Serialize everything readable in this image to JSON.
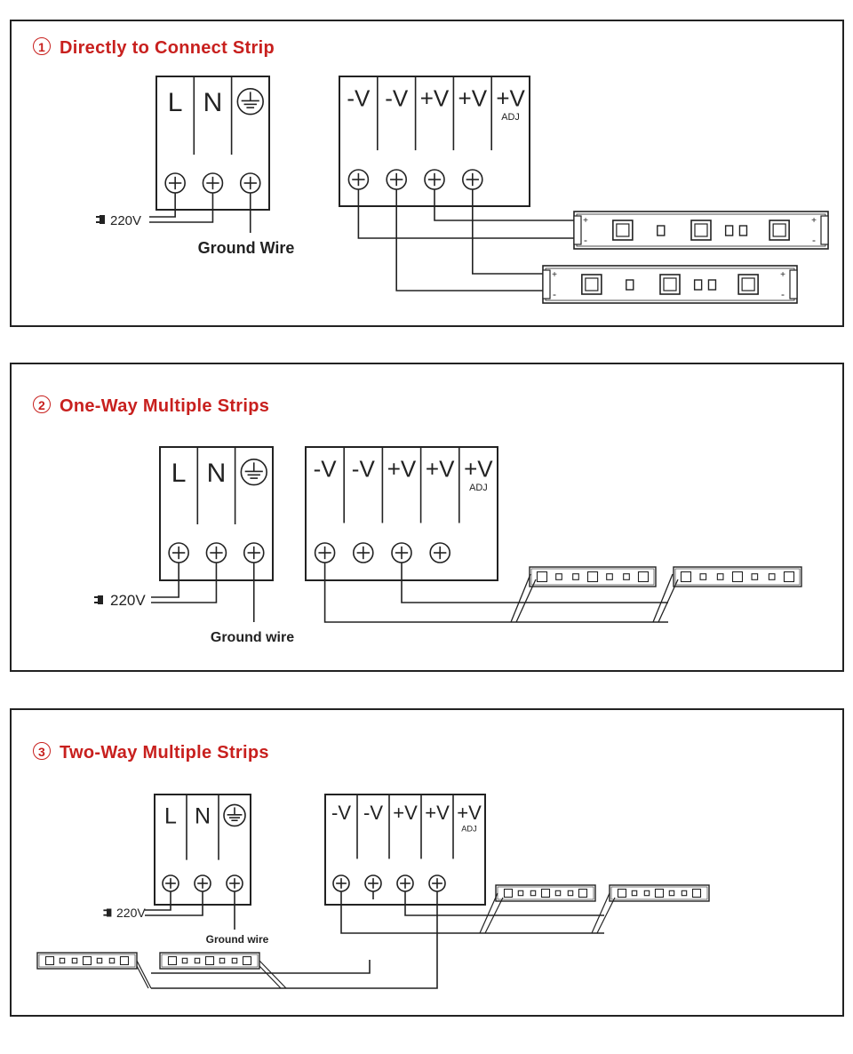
{
  "sections": [
    {
      "number": "1",
      "title": "Directly to Connect Strip",
      "ground_label": "Ground Wire"
    },
    {
      "number": "2",
      "title": "One-Way Multiple Strips",
      "ground_label": "Ground wire"
    },
    {
      "number": "3",
      "title": "Two-Way Multiple Strips",
      "ground_label": "Ground wire"
    }
  ],
  "ac_block": {
    "terminals": [
      "L",
      "N"
    ],
    "ground_symbol": "earth-ground-icon"
  },
  "dc_block": {
    "terminals": [
      "-V",
      "-V",
      "+V",
      "+V",
      "+V"
    ],
    "adj_label": "ADJ"
  },
  "supply_label": "220V",
  "strip": {
    "plus": "+",
    "minus": "-"
  },
  "colors": {
    "title": "#c8201e",
    "line": "#222222"
  }
}
